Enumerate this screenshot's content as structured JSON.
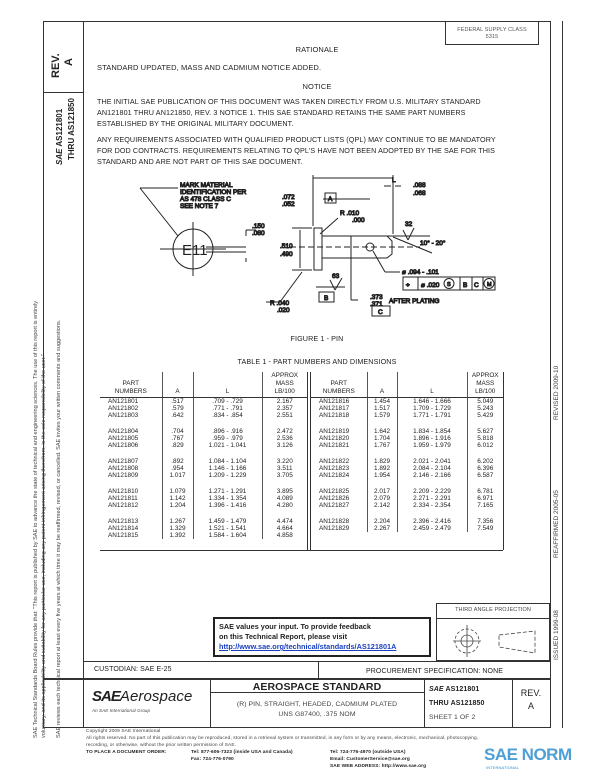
{
  "left_strip": {
    "rev_label": "REV.",
    "rev_value": "A",
    "doc_prefix": "SAE",
    "doc_number": "AS121801",
    "doc_thru": "THRU AS121850"
  },
  "federal_supply": "FEDERAL SUPPLY CLASS 5315",
  "rationale": {
    "title": "RATIONALE",
    "text": "STANDARD UPDATED, MASS AND CADMIUM NOTICE ADDED."
  },
  "notice": {
    "title": "NOTICE",
    "para1": [
      "THE INITIAL SAE PUBLICATION OF THIS DOCUMENT WAS TAKEN DIRECTLY FROM U.S. MILITARY STANDARD",
      "AN121801 THRU AN121850, REV. 3  NOTICE 1. THIS SAE STANDARD RETAINS THE SAME PART NUMBERS",
      "ESTABLISHED BY THE ORIGINAL MILITARY DOCUMENT."
    ],
    "para2": [
      "ANY REQUIREMENTS ASSOCIATED WITH QUALIFIED PRODUCT LISTS (QPL) MAY CONTINUE TO BE MANDATORY",
      "FOR DOD CONTRACTS.  REQUIREMENTS RELATING TO QPL'S HAVE NOT BEEN ADOPTED BY THE SAE FOR THIS",
      "STANDARD AND ARE NOT PART OF THIS SAE DOCUMENT."
    ]
  },
  "figure": {
    "caption": "FIGURE 1 - PIN",
    "mark_note": [
      "MARK MATERIAL",
      "IDENTIFICATION PER",
      "AS 478 CLASS C",
      "SEE NOTE 7"
    ],
    "marking": "E11",
    "head_thk": [
      ".150",
      ".080"
    ],
    "chamfer": [
      ".072",
      ".052"
    ],
    "datum_a": "A",
    "datum_b": "B",
    "datum_c": "C",
    "fillet_r": [
      "R .010",
      ".000"
    ],
    "head_dia": [
      ".510",
      ".490"
    ],
    "under_r": [
      "R .040",
      ".020"
    ],
    "finish_63": "63",
    "finish_32": "32",
    "length_l": "L",
    "end_len": [
      ".088",
      ".068"
    ],
    "angle": "10° - 20°",
    "hole_dia": "⌀ .094 - .101",
    "fcf": {
      "position": "⌖",
      "tol": "⌀ .020",
      "mod1": "S",
      "ref1": "B",
      "ref2": "C",
      "mod2": "M"
    },
    "shank_dia": [
      ".373",
      ".371"
    ],
    "after_plating": "AFTER PLATING"
  },
  "table": {
    "title": "TABLE 1 - PART NUMBERS AND DIMENSIONS",
    "headers": {
      "part": [
        "PART",
        "NUMBERS"
      ],
      "a": "A",
      "l": "L",
      "mass": [
        "APPROX",
        "MASS",
        "LB/100"
      ]
    },
    "left": [
      [
        "AN121801",
        ".517",
        ".709 - .729",
        "2.167"
      ],
      [
        "AN121802",
        ".579",
        ".771 - .791",
        "2.357"
      ],
      [
        "AN121803",
        ".642",
        ".834 - .854",
        "2.551"
      ],
      [
        "AN121804",
        ".704",
        ".896 - .916",
        "2.472"
      ],
      [
        "AN121805",
        ".767",
        ".959 - .979",
        "2.536"
      ],
      [
        "AN121806",
        ".829",
        "1.021 - 1.041",
        "3.126"
      ],
      [
        "AN121807",
        ".892",
        "1.084 - 1.104",
        "3.220"
      ],
      [
        "AN121808",
        ".954",
        "1.146 - 1.166",
        "3.511"
      ],
      [
        "AN121809",
        "1.017",
        "1.209 - 1.229",
        "3.705"
      ],
      [
        "AN121810",
        "1.079",
        "1.271 - 1.291",
        "3.895"
      ],
      [
        "AN121811",
        "1.142",
        "1.334 - 1.354",
        "4.089"
      ],
      [
        "AN121812",
        "1.204",
        "1.396 - 1.416",
        "4.280"
      ],
      [
        "AN121813",
        "1.267",
        "1.459 - 1.479",
        "4.474"
      ],
      [
        "AN121814",
        "1.329",
        "1.521 - 1.541",
        "4.664"
      ],
      [
        "AN121815",
        "1.392",
        "1.584 - 1.604",
        "4.858"
      ]
    ],
    "right": [
      [
        "AN121816",
        "1.454",
        "1.646 - 1.666",
        "5.049"
      ],
      [
        "AN121817",
        "1.517",
        "1.709 - 1.729",
        "5.243"
      ],
      [
        "AN121818",
        "1.579",
        "1.771 - 1.791",
        "5.429"
      ],
      [
        "AN121819",
        "1.642",
        "1.834 - 1.854",
        "5.627"
      ],
      [
        "AN121820",
        "1.704",
        "1.896 - 1.916",
        "5.818"
      ],
      [
        "AN121821",
        "1.767",
        "1.959 - 1.979",
        "6.012"
      ],
      [
        "AN121822",
        "1.829",
        "2.021 - 2.041",
        "6.202"
      ],
      [
        "AN121823",
        "1.892",
        "2.084 - 2.104",
        "6.396"
      ],
      [
        "AN121824",
        "1.954",
        "2.146 - 2.166",
        "6.587"
      ],
      [
        "AN121825",
        "2.017",
        "2.209 - 2.229",
        "6.781"
      ],
      [
        "AN121826",
        "2.079",
        "2.271 - 2.291",
        "6.971"
      ],
      [
        "AN121827",
        "2.142",
        "2.334 - 2.354",
        "7.165"
      ],
      [
        "AN121828",
        "2.204",
        "2.396 - 2.416",
        "7.356"
      ],
      [
        "AN121829",
        "2.267",
        "2.459 - 2.479",
        "7.549"
      ]
    ]
  },
  "feedback": {
    "line1": "SAE values your input. To provide feedback",
    "line2": "on this Technical Report, please visit",
    "link": "http://www.sae.org/technical/standards/AS121801A"
  },
  "projection_label": "THIRD ANGLE PROJECTION",
  "custodian": "CUSTODIAN:  SAE E-25",
  "procurement": "PROCUREMENT SPECIFICATION:  NONE",
  "title_block": {
    "logo_sae": "SAE",
    "logo_aerospace": "Aerospace",
    "logo_sub": "An SAE International Group",
    "heading": "AEROSPACE STANDARD",
    "desc1": "(R) PIN, STRAIGHT, HEADED, CADMIUM PLATED",
    "desc2": "UNS G87400, .375 NOM",
    "doc_number": "AS121801",
    "doc_thru": "THRU AS121850",
    "sheet": "SHEET 1 OF 2",
    "rev_label": "REV.",
    "rev_value": "A"
  },
  "dates": {
    "issued": "ISSUED 1999-08",
    "reaffirmed": "REAFFIRMED 2005-05",
    "revised": "REVISED 2009-10"
  },
  "margin_notes": [
    "SAE Technical Standards Board Rules provide that: \"This report is published by SAE to advance the state of technical and engineering sciences. The use of this report is entirely",
    "voluntary, and its applicability and suitability for any particular use, including any patent infringement arising therefrom, is the sole responsibility of the user.\"",
    "SAE reviews each technical report at least every five years at which time it may be reaffirmed, revised, or cancelled. SAE invites your written comments and suggestions."
  ],
  "footer": {
    "copyright": "Copyright 2009 SAE International",
    "rights": "All rights reserved. No part of this publication may be reproduced, stored in a retrieval system or transmitted, in any form or by any means, electronic, mechanical, photocopying,",
    "rights2": "recording, or otherwise, without the prior written permission of SAE.",
    "order": "TO PLACE A DOCUMENT ORDER:",
    "tel1": "Tel:  877-606-7323 (inside USA and Canada)",
    "fax": "Fax:  724-776-0790",
    "tel2": "Tel:  724-776-4970 (outside USA)",
    "email": "Email:  CustomerService@sae.org",
    "web": "SAE WEB ADDRESS:   http://www.sae.org"
  },
  "watermark": {
    "text": "SAE NORM",
    "sub": "INTERNATIONAL"
  },
  "colors": {
    "link": "#1a3fc0",
    "watermark": "#2f8fd0",
    "ink": "#222222"
  }
}
